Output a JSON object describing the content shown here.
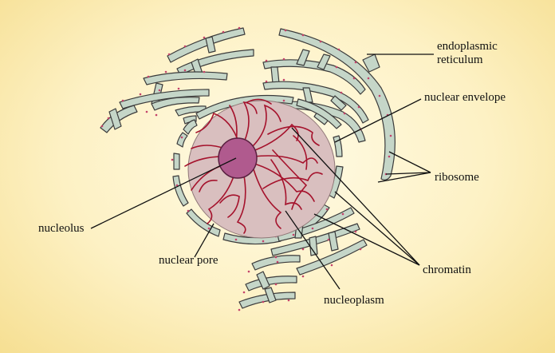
{
  "labels": {
    "endoplasmic_reticulum_line1": "endoplasmic",
    "endoplasmic_reticulum_line2": "reticulum",
    "nuclear_envelope": "nuclear envelope",
    "ribosome": "ribosome",
    "nucleolus": "nucleolus",
    "nuclear_pore": "nuclear pore",
    "chromatin": "chromatin",
    "nucleoplasm": "nucleoplasm"
  },
  "colors": {
    "background": "#fdf1c4",
    "er_fill": "#c5d6c8",
    "er_stroke": "#3b3b3b",
    "ribosome": "#c4426a",
    "nucleoplasm": "#d9bfbf",
    "nucleolus": "#b05a8e",
    "chromatin": "#a5122c",
    "leader_line": "#111111"
  }
}
